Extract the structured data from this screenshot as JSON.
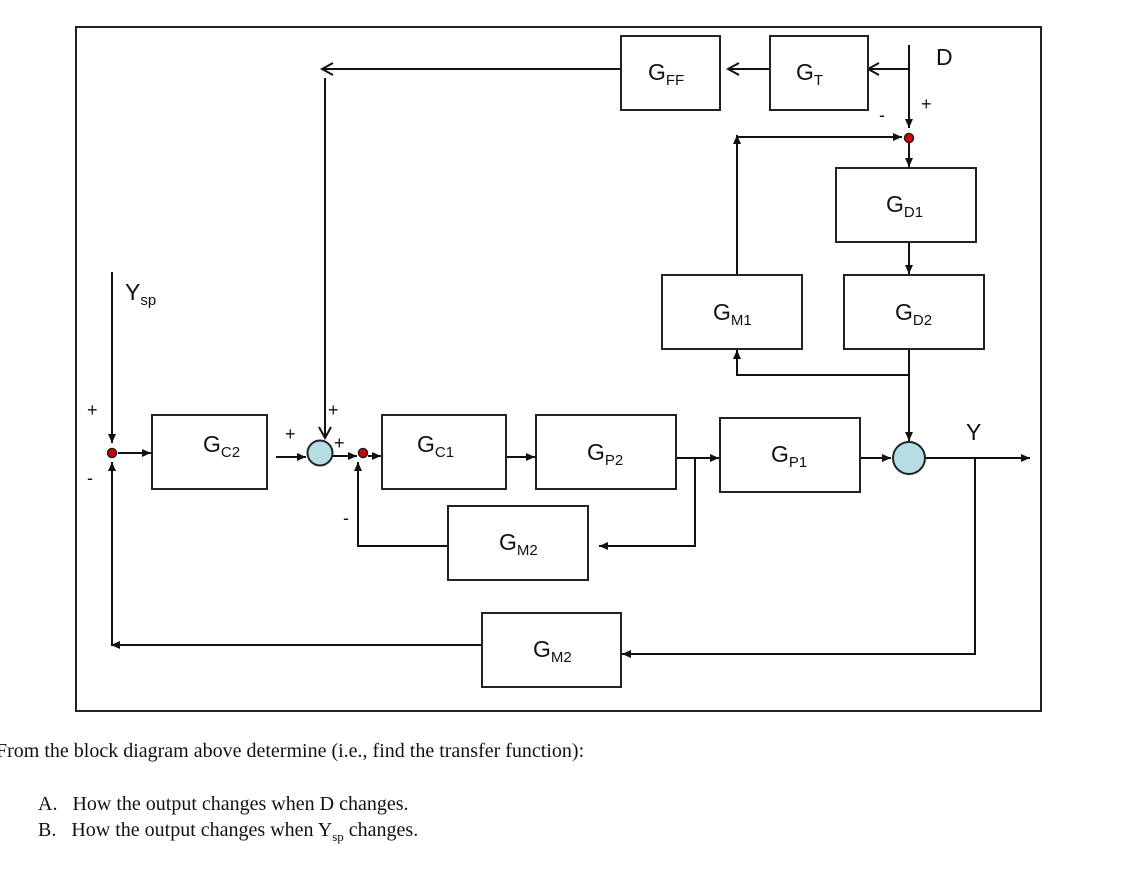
{
  "diagram": {
    "blocks": {
      "gff": {
        "main": "G",
        "sub": "FF"
      },
      "gt": {
        "main": "G",
        "sub": "T"
      },
      "gd1": {
        "main": "G",
        "sub": "D1"
      },
      "gd2": {
        "main": "G",
        "sub": "D2"
      },
      "gm1": {
        "main": "G",
        "sub": "M1"
      },
      "gc2": {
        "main": "G",
        "sub": "C2"
      },
      "gc1": {
        "main": "G",
        "sub": "C1"
      },
      "gp2": {
        "main": "G",
        "sub": "P2"
      },
      "gp1": {
        "main": "G",
        "sub": "P1"
      },
      "gm2_inner": {
        "main": "G",
        "sub": "M2"
      },
      "gm2_outer": {
        "main": "G",
        "sub": "M2"
      }
    },
    "signals": {
      "d": "D",
      "y": "Y",
      "ysp_main": "Y",
      "ysp_sub": "sp"
    },
    "signs": {
      "plus": "+",
      "minus": "-"
    },
    "colors": {
      "junction_dot": "#d40000",
      "summer_fill": "#b5dde3"
    }
  },
  "question": {
    "prompt": "From the block diagram above determine (i.e., find the transfer function):",
    "items": [
      {
        "marker": "A.",
        "text": "How the output changes when D changes."
      },
      {
        "marker": "B.",
        "text_before": "How the output changes when Y",
        "sub": "sp",
        "text_after": " changes."
      }
    ]
  }
}
